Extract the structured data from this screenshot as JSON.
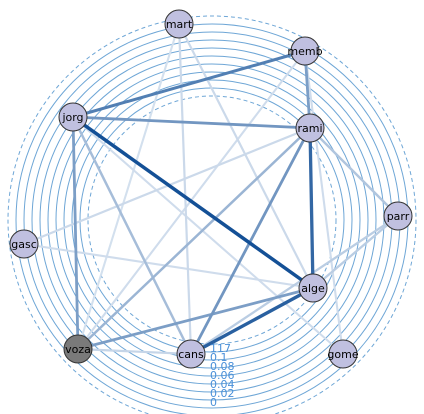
{
  "radial_axis": {
    "tick_labels": [
      "117",
      "0.1",
      "0.08",
      "0.06",
      "0.04",
      "0.02",
      "0"
    ]
  },
  "nodes": [
    {
      "id": "mart",
      "label": "mart",
      "color": "#c0c0e0"
    },
    {
      "id": "memb",
      "label": "memb",
      "color": "#c0c0e0"
    },
    {
      "id": "jorg",
      "label": "jorg",
      "color": "#c0c0e0"
    },
    {
      "id": "rami",
      "label": "rami",
      "color": "#c0c0e0"
    },
    {
      "id": "parr",
      "label": "parr",
      "color": "#c0c0e0"
    },
    {
      "id": "gasc",
      "label": "gasc",
      "color": "#c0c0e0"
    },
    {
      "id": "alge",
      "label": "alge",
      "color": "#c0c0e0"
    },
    {
      "id": "voza",
      "label": "voza",
      "color": "#7a7a7a"
    },
    {
      "id": "cans",
      "label": "cans",
      "color": "#c0c0e0"
    },
    {
      "id": "gome",
      "label": "gome",
      "color": "#c0c0e0"
    }
  ],
  "edges": [
    {
      "source": "jorg",
      "target": "alge",
      "weight": 1.0
    },
    {
      "source": "rami",
      "target": "alge",
      "weight": 0.85
    },
    {
      "source": "cans",
      "target": "alge",
      "weight": 0.9
    },
    {
      "source": "jorg",
      "target": "memb",
      "weight": 0.7
    },
    {
      "source": "jorg",
      "target": "rami",
      "weight": 0.55
    },
    {
      "source": "memb",
      "target": "rami",
      "weight": 0.5
    },
    {
      "source": "rami",
      "target": "cans",
      "weight": 0.55
    },
    {
      "source": "jorg",
      "target": "voza",
      "weight": 0.5
    },
    {
      "source": "voza",
      "target": "alge",
      "weight": 0.5
    },
    {
      "source": "voza",
      "target": "rami",
      "weight": 0.35
    },
    {
      "source": "jorg",
      "target": "cans",
      "weight": 0.3
    },
    {
      "source": "rami",
      "target": "parr",
      "weight": 0.25
    },
    {
      "source": "parr",
      "target": "cans",
      "weight": 0.2
    },
    {
      "source": "parr",
      "target": "alge",
      "weight": 0.2
    },
    {
      "source": "mart",
      "target": "alge",
      "weight": 0.12
    },
    {
      "source": "mart",
      "target": "cans",
      "weight": 0.12
    },
    {
      "source": "gasc",
      "target": "rami",
      "weight": 0.12
    },
    {
      "source": "gasc",
      "target": "alge",
      "weight": 0.1
    },
    {
      "source": "jorg",
      "target": "gome",
      "weight": 0.1
    },
    {
      "source": "memb",
      "target": "gome",
      "weight": 0.1
    },
    {
      "source": "voza",
      "target": "memb",
      "weight": 0.1
    },
    {
      "source": "mart",
      "target": "voza",
      "weight": 0.08
    },
    {
      "source": "voza",
      "target": "cans",
      "weight": 0.15
    }
  ]
}
